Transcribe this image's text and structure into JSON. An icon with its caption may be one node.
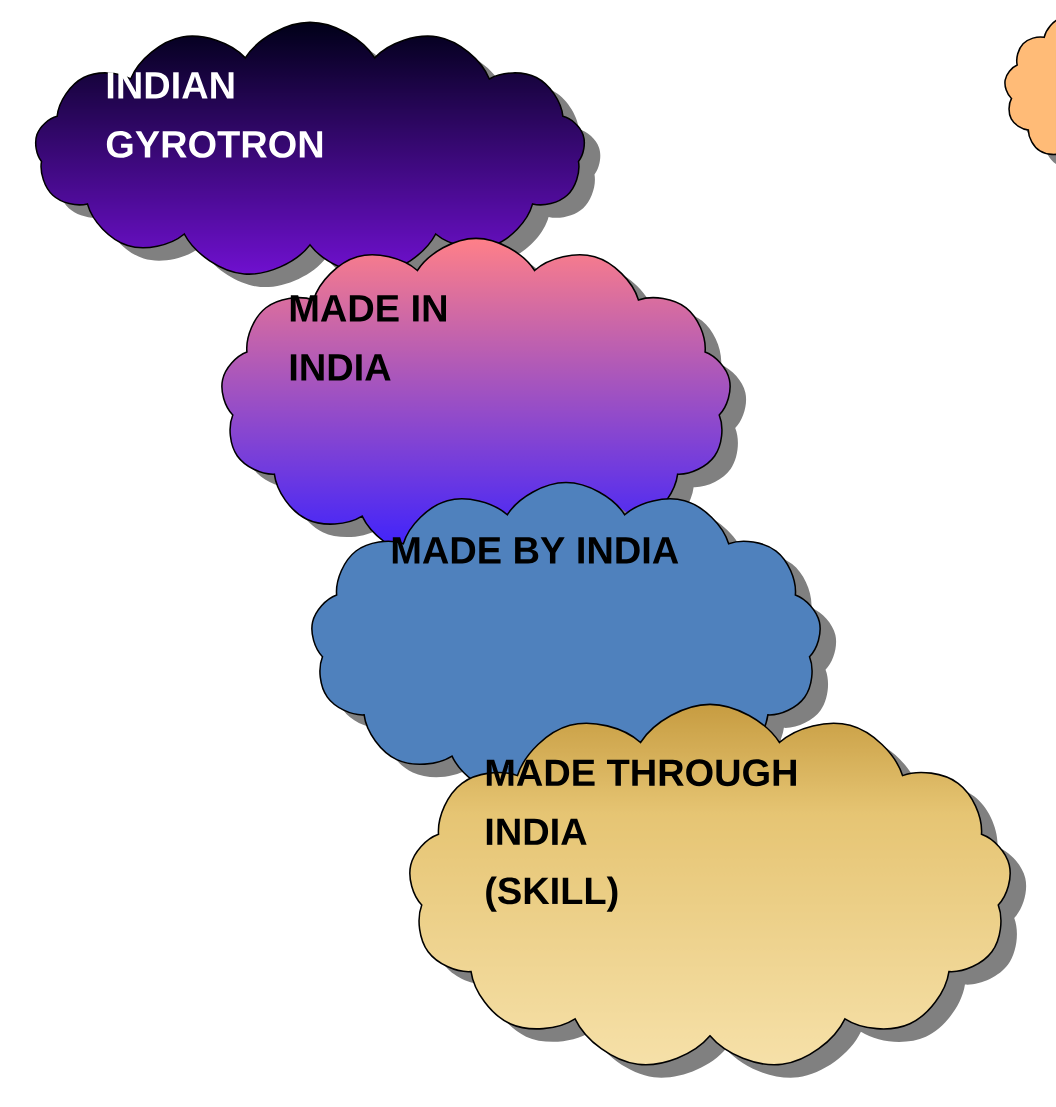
{
  "diagram": {
    "nodes": [
      {
        "text": [
          "INDIAN GYROTRON"
        ]
      },
      {
        "text": [
          "MADE IN INDIA"
        ]
      },
      {
        "text": [
          "MADE BY INDIA"
        ]
      },
      {
        "text": [
          "MADE THROUGH INDIA (SKILL)"
        ]
      },
      {
        "text": [],
        "shape": "cloud"
      }
    ]
  }
}
